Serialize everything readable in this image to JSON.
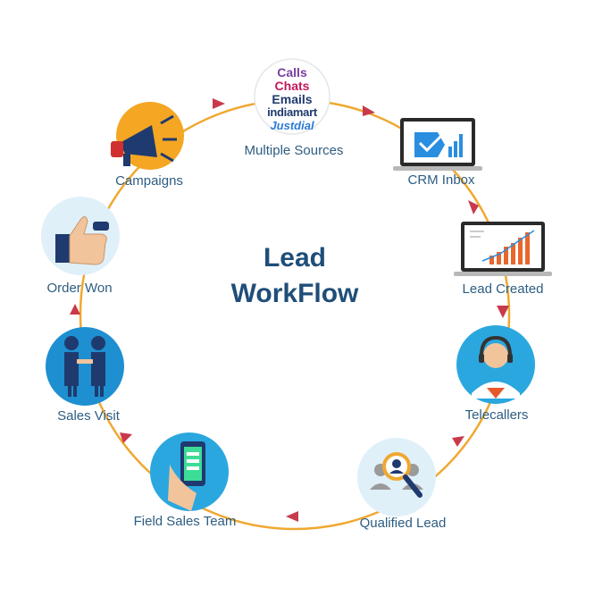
{
  "title": {
    "line1": "Lead",
    "line2": "WorkFlow"
  },
  "sources": {
    "calls": "Calls",
    "chats": "Chats",
    "emails": "Emails",
    "indiamart": "indiamart",
    "justdial": "Justdial"
  },
  "nodes": [
    {
      "id": "multiple-sources",
      "label": "Multiple Sources"
    },
    {
      "id": "crm-inbox",
      "label": "CRM Inbox"
    },
    {
      "id": "lead-created",
      "label": "Lead Created"
    },
    {
      "id": "telecallers",
      "label": "Telecallers"
    },
    {
      "id": "qualified-lead",
      "label": "Qualified Lead"
    },
    {
      "id": "field-sales-team",
      "label": "Field Sales Team"
    },
    {
      "id": "sales-visit",
      "label": "Sales Visit"
    },
    {
      "id": "order-won",
      "label": "Order Won"
    },
    {
      "id": "campaigns",
      "label": "Campaigns"
    }
  ],
  "colors": {
    "ring": "#f0a830",
    "arrow": "#c83a4b",
    "label": "#2d5d82",
    "title": "#1f4e79",
    "circle_blue": "#2aa7df",
    "circle_orange": "#f5a623",
    "circle_light": "#e6f4fb",
    "calls": "#7b3fa0",
    "chats": "#c2185b",
    "emails": "#1f3a6e",
    "indiamart": "#1f3a6e",
    "justdial": "#2b7bd4"
  },
  "icons": {
    "campaigns": "megaphone-icon",
    "order_won": "thumbs-up-icon",
    "sales_visit": "handshake-icon",
    "field_sales": "mobile-phone-icon",
    "qualified_lead": "magnifier-person-icon",
    "telecallers": "headset-agent-icon",
    "lead_created": "bar-chart-laptop-icon",
    "crm_inbox": "inbox-laptop-icon"
  }
}
